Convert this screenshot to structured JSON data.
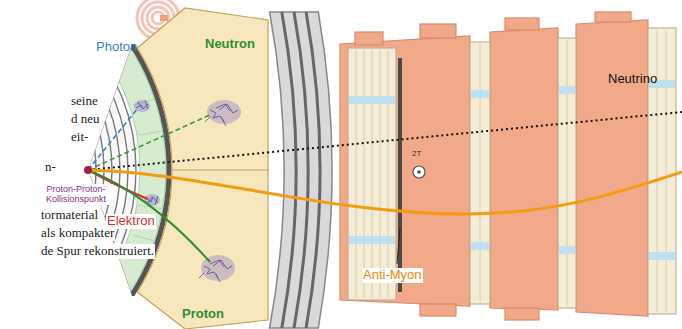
{
  "diagram": {
    "labels": [
      "seine",
      "d neu",
      "eit-",
      "n-",
      "tormaterial",
      "als kompakter",
      "de Spur rekonstruiert.",
      "Photon",
      "Neutron",
      "Neutrino",
      "Proton-Proton-Kollisionspunkt",
      "Elektron",
      "Proton",
      "Anti-Myon",
      "2T"
    ]
  }
}
